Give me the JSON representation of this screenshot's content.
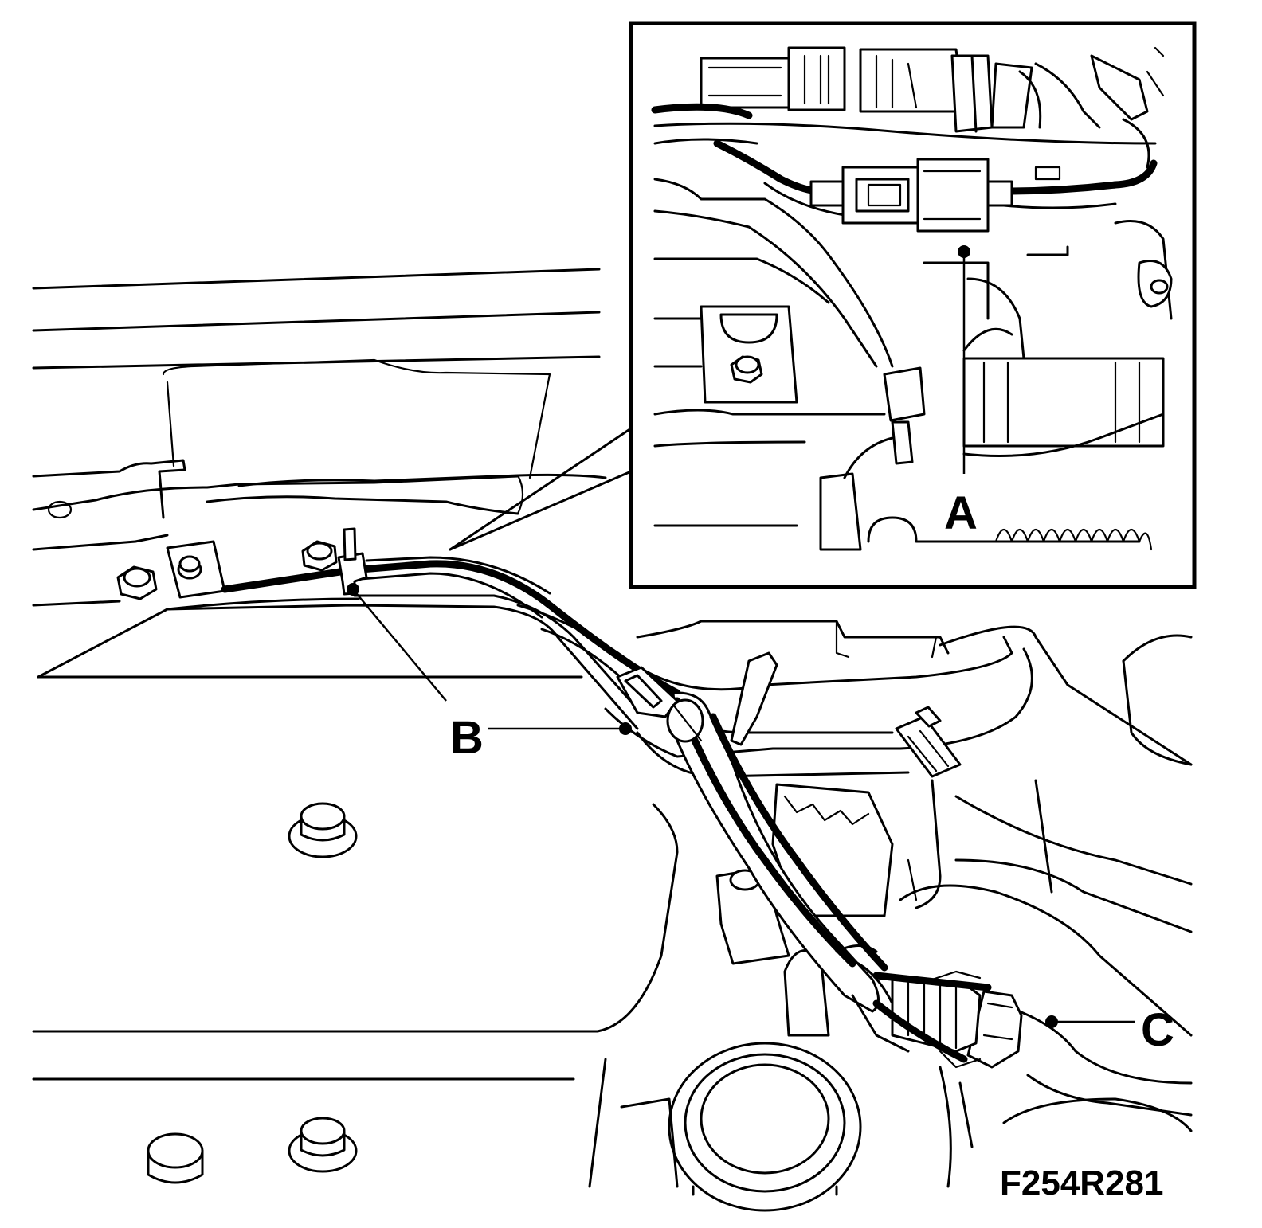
{
  "callouts": {
    "a": "A",
    "b": "B",
    "c": "C"
  },
  "figure_id": "F254R281",
  "colors": {
    "line": "#000000",
    "background": "#ffffff"
  }
}
